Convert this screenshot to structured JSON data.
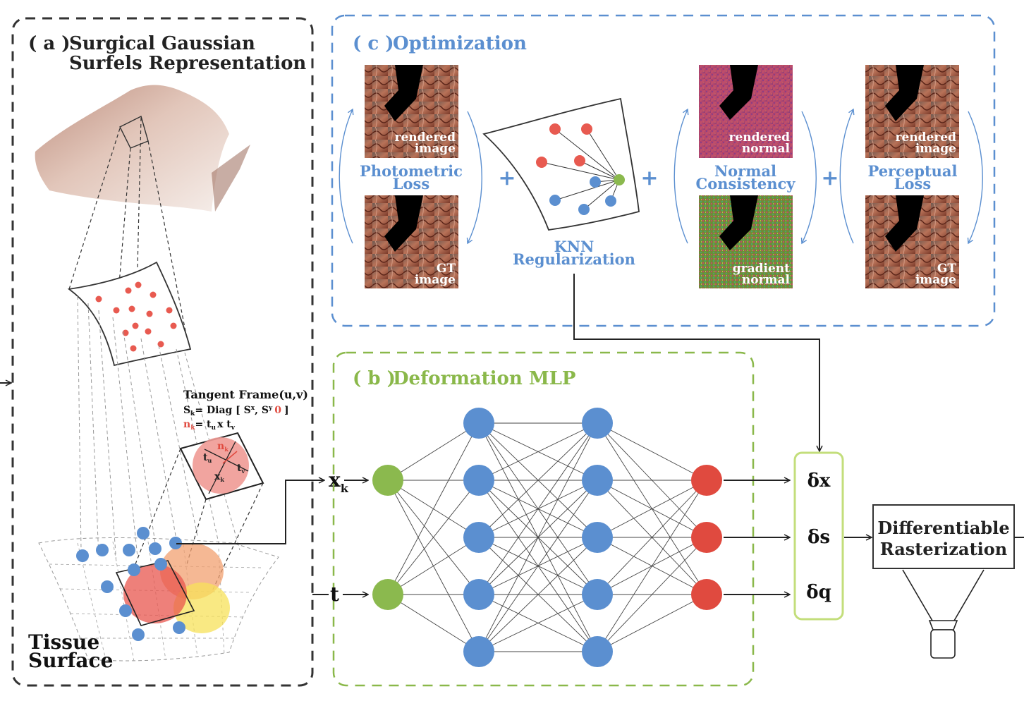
{
  "panel_a": {
    "title_prefix": "( a )",
    "title_line1": "Surgical Gaussian",
    "title_line2": "Surfels Representation",
    "tangent_frame": "Tangent Frame(u,v)",
    "scale_lhs": "S",
    "scale_sub": "k",
    "scale_eq": "= Diag [ S",
    "scale_x": "x",
    "scale_sep": ", S",
    "scale_y": "y",
    "scale_zero": "0",
    "scale_close": "]",
    "normal_lhs": "n",
    "normal_sub": "k",
    "normal_eq": "= t",
    "normal_u": "u",
    "normal_x": "x t",
    "normal_v": "v",
    "surfel_nk": "n",
    "surfel_nk_sub": "k",
    "surfel_tu": "t",
    "surfel_tu_sub": "u",
    "surfel_tv": "t",
    "surfel_tv_sub": "v",
    "surfel_xk": "x",
    "surfel_xk_sub": "k",
    "tissue_line1": "Tissue",
    "tissue_line2": "Surface"
  },
  "panel_b": {
    "title_prefix": "( b )",
    "title": "Deformation MLP",
    "input_x": "x",
    "input_x_sub": "k",
    "input_t": "t",
    "out_dx": "δx",
    "out_ds": "δs",
    "out_dq": "δq"
  },
  "panel_c": {
    "title_prefix": "( c )",
    "title": "Optimization",
    "photometric_l1": "Photometric",
    "photometric_l2": "Loss",
    "knn_l1": "KNN",
    "knn_l2": "Regularization",
    "normal_l1": "Normal",
    "normal_l2": "Consistency",
    "perceptual_l1": "Perceptual",
    "perceptual_l2": "Loss",
    "plus": "+",
    "img_rendered_image": [
      "rendered",
      "image"
    ],
    "img_gt_image": [
      "GT",
      "image"
    ],
    "img_rendered_normal": [
      "rendered",
      "normal"
    ],
    "img_gradient_normal": [
      "gradient",
      "normal"
    ]
  },
  "rasterizer": {
    "line1": "Differentiable",
    "line2": "Rasterization"
  },
  "colors": {
    "blue_accent": "#5b8fd0",
    "green_accent": "#8ab84a",
    "node_blue": "#5b8fd0",
    "node_green": "#8bb94e",
    "node_red": "#e04a3f",
    "point_red": "#e85a50",
    "dark_frame": "#333333",
    "output_box": "#c3de7b"
  }
}
